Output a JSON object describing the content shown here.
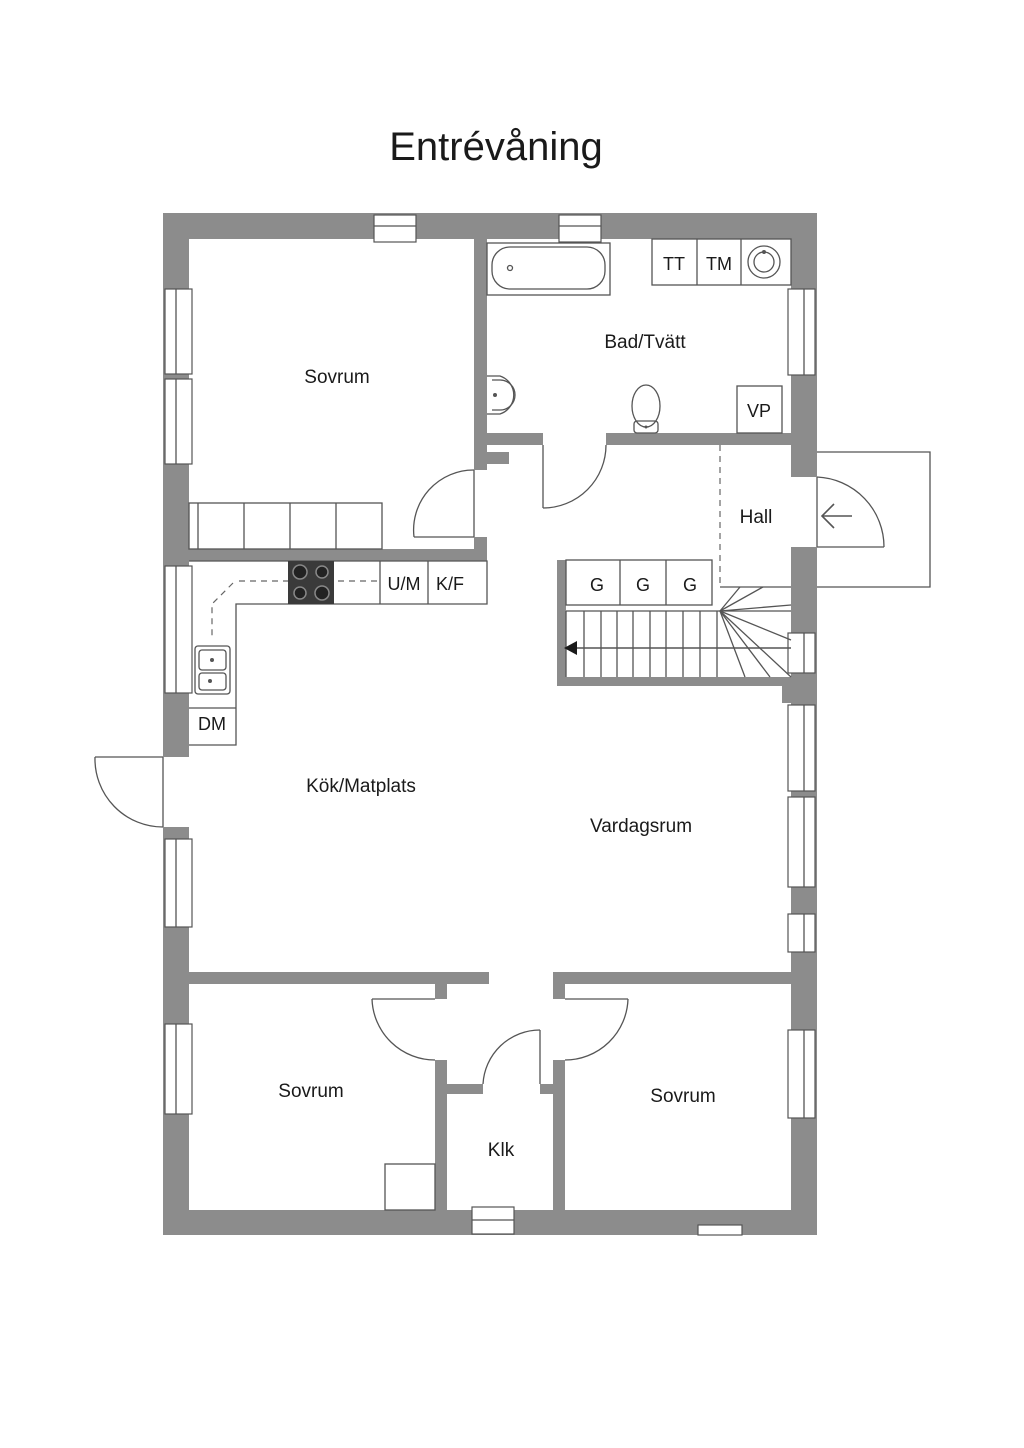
{
  "title": "Entrévåning",
  "rooms": {
    "sovrum_top": "Sovrum",
    "bad_tvatt": "Bad/Tvätt",
    "hall": "Hall",
    "kok_matplats": "Kök/Matplats",
    "vardagsrum": "Vardagsrum",
    "sovrum_bottom_left": "Sovrum",
    "klk": "Klk",
    "sovrum_bottom_right": "Sovrum"
  },
  "fixtures": {
    "tt": "TT",
    "tm": "TM",
    "vp": "VP",
    "um": "U/M",
    "kf": "K/F",
    "dm": "DM",
    "g1": "G",
    "g2": "G",
    "g3": "G"
  },
  "colors": {
    "wall": "#8c8c8c",
    "line": "#555555",
    "background": "#ffffff",
    "stove": "#3a3a3a"
  }
}
